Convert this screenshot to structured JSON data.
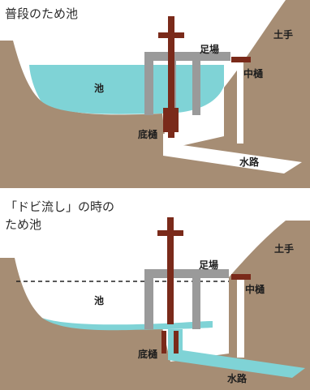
{
  "diagram1": {
    "title": "普段のため池",
    "labels": {
      "embankment": "土手",
      "scaffold": "足場",
      "middle_pipe": "中樋",
      "pond": "池",
      "bottom_pipe": "底樋",
      "waterway": "水路"
    }
  },
  "diagram2": {
    "title": "「ドビ流し」の時の\nため池",
    "labels": {
      "embankment": "土手",
      "scaffold": "足場",
      "middle_pipe": "中樋",
      "pond": "池",
      "bottom_pipe": "底樋",
      "waterway": "水路"
    }
  },
  "colors": {
    "earth": "#a68d74",
    "water": "#7fd3d6",
    "scaffold": "#9a9a9a",
    "wood": "#7a2a1a",
    "channel": "#ffffff"
  }
}
